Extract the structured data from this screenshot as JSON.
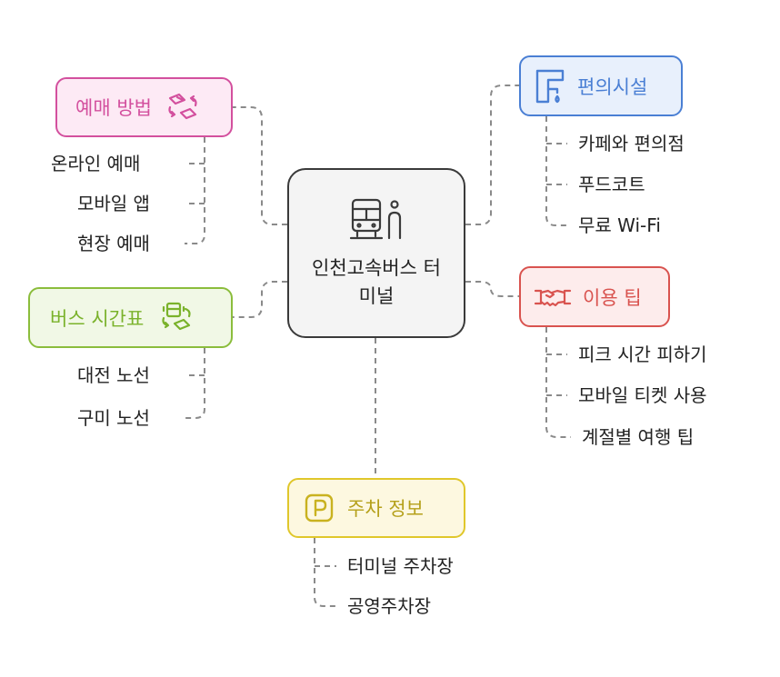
{
  "center": {
    "title": "인천고속버스 터미널",
    "icon": "bus-terminal-icon"
  },
  "branches": {
    "reserve": {
      "label": "예매 방법",
      "icon": "ticket-exchange-icon",
      "color": "#d3509e",
      "items": [
        "온라인 예매",
        "모바일 앱",
        "현장 예매"
      ]
    },
    "facility": {
      "label": "편의시설",
      "icon": "faucet-icon",
      "color": "#4a7fd4",
      "items": [
        "카페와 편의점",
        "푸드코트",
        "무료 Wi-Fi"
      ]
    },
    "bus": {
      "label": "버스 시간표",
      "icon": "bus-schedule-icon",
      "color": "#8bbd3c",
      "items": [
        "대전 노선",
        "구미 노선"
      ]
    },
    "tips": {
      "label": "이용 팁",
      "icon": "handshake-icon",
      "color": "#d9534f",
      "items": [
        "피크 시간 피하기",
        "모바일 티켓 사용",
        "계절별 여행 팁"
      ]
    },
    "parking": {
      "label": "주차 정보",
      "icon": "parking-icon",
      "color": "#e0c72b",
      "items": [
        "터미널 주차장",
        "공영주차장"
      ]
    }
  },
  "line_color": "#8a8a8a"
}
